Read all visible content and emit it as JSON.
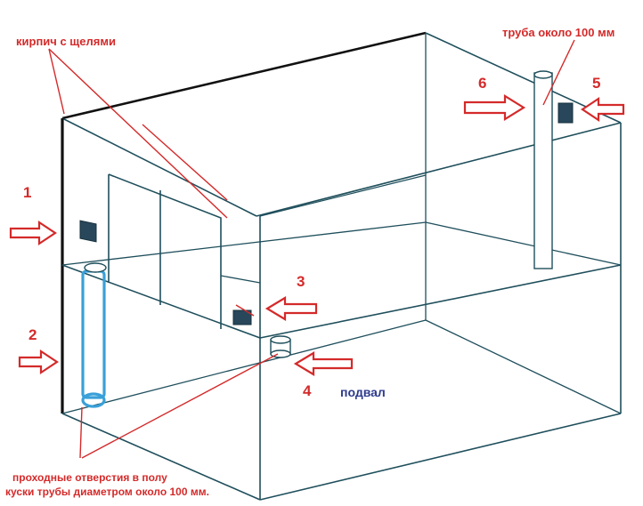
{
  "labels": {
    "brick_gaps": "кирпич с щелями",
    "pipe_top": "труба около 100 мм",
    "basement": "подвал",
    "floor_holes_line1": "проходные отверстия в полу",
    "floor_holes_line2": "куски трубы диаметром около 100 мм."
  },
  "markers": [
    "1",
    "2",
    "3",
    "4",
    "5",
    "6"
  ],
  "colors": {
    "annotation": "#d42a2a",
    "edges": "#1f4f5c",
    "highlight_pipe": "#3aa0d8",
    "vent": "#28475a",
    "background": "#ffffff"
  },
  "icons": {
    "arrow": "hollow-right-or-left-arrow",
    "vent": "dark-square-vent"
  }
}
